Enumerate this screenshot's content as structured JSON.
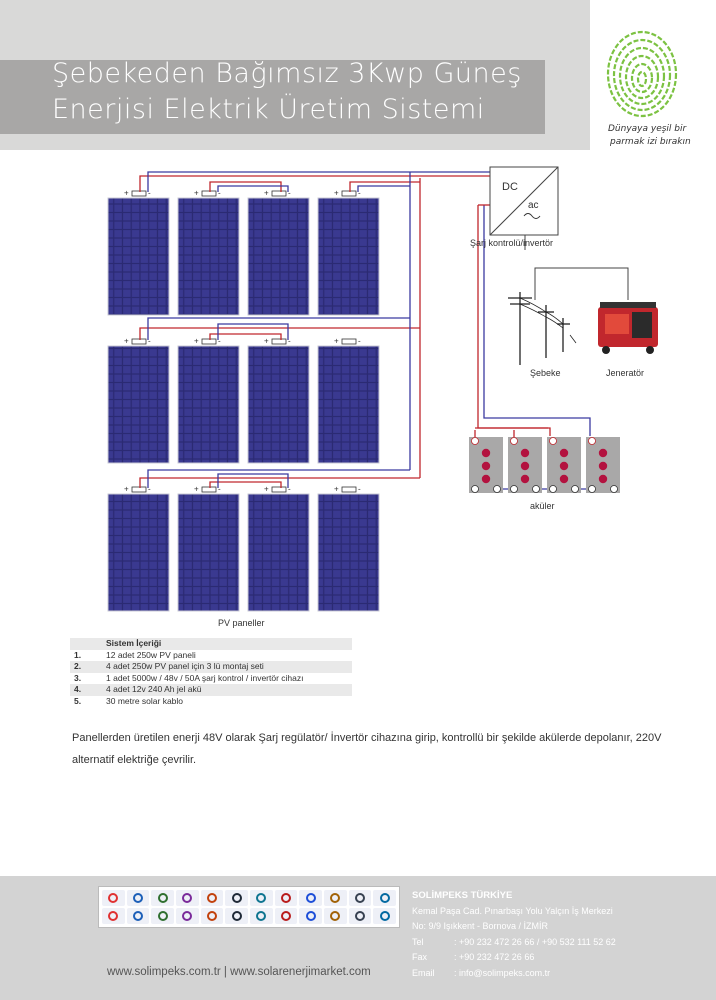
{
  "header": {
    "title_line1": "Şebekeden Bağımsız 3Kwp Güneş",
    "title_line2": "Enerjisi Elektrik Üretim Sistemi",
    "slogan_line1": "Dünyaya yeşil bir",
    "slogan_line2": "parmak izi bırakın"
  },
  "diagram": {
    "dc_label": "DC",
    "ac_label": "ac",
    "inverter_label": "Şarj kontrolü/invertör",
    "grid_label": "Şebeke",
    "generator_label": "Jeneratör",
    "batteries_label": "aküler",
    "panels_label": "PV paneller"
  },
  "system": {
    "heading": "Sistem İçeriği",
    "items": [
      {
        "num": "1.",
        "text": "12 adet 250w PV paneli"
      },
      {
        "num": "2.",
        "text": "4 adet 250w PV panel için 3 lü montaj seti"
      },
      {
        "num": "3.",
        "text": "1 adet 5000w / 48v / 50A şarj kontrol / invertör cihazı"
      },
      {
        "num": "4.",
        "text": "4 adet 12v 240 Ah jel akü"
      },
      {
        "num": "5.",
        "text": "30 metre solar kablo"
      }
    ]
  },
  "description": "Panellerden üretilen enerji 48V olarak Şarj regülatör/ İnvertör cihazına girip, kontrollü bir şekilde akülerde depolanır, 220V alternatif elektriğe çevrilir.",
  "footer": {
    "websites": "www.solimpeks.com.tr  |  www.solarenerjimarket.com",
    "company_name": "SOLİMPEKS TÜRKİYE",
    "address_line1": "Kemal Paşa Cad.  Pınarbaşı Yolu Yalçın İş Merkezi",
    "address_line2": "No: 9/9 Işıkkent - Bornova / İZMİR",
    "tel_label": "Tel",
    "tel_value": ": +90 232 472 26 66 / +90 532 111 52 62",
    "fax_label": "Fax",
    "fax_value": ": +90 232 472 26 66",
    "email_label": "Email",
    "email_value": ": info@solimpeks.com.tr"
  },
  "colors": {
    "panel": "#2b2a73",
    "wire_red": "#c0272d",
    "wire_blue": "#3b3aa0",
    "battery": "#a9a8a8",
    "battery_dot": "#b3123f"
  }
}
